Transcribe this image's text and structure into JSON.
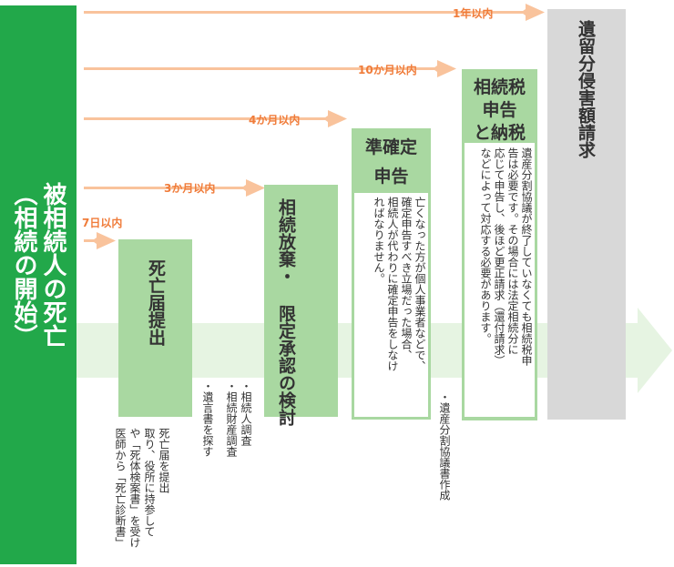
{
  "start": {
    "lines": [
      "被相続人の死亡",
      "（相続の開始）"
    ]
  },
  "deadlines": {
    "seven_days": "7日以内",
    "three_months": "3か月以内",
    "four_months": "4か月以内",
    "ten_months": "10か月以内",
    "one_year": "1年以内"
  },
  "steps": {
    "death_report": {
      "title": "死亡届提出"
    },
    "renounce": {
      "title_lines": [
        "相続放棄・",
        "限定承認の検討"
      ]
    },
    "quasi_return": {
      "title_lines": [
        "準確定",
        "申告"
      ],
      "desc_lines": [
        "亡くなった方が個人事業者などで、",
        "確定申告すべき立場だった場合、",
        "相続人が代わりに確定申告をしなけ",
        "ればなりません。"
      ]
    },
    "inheritance_tax": {
      "title_lines": [
        "相続税",
        "申告",
        "と納税"
      ],
      "desc_lines": [
        "遺産分割協議が終了していなくても相続税申",
        "告は必要です。その場合には法定相続分に",
        "応じて申告し、後ほど更正請求（還付請求）",
        "などによって対応する必要があります。"
      ]
    },
    "legal_share": {
      "title": "遺留分侵害額請求"
    }
  },
  "notes": {
    "death": [
      "死亡届を提出",
      "取り、役所に持参して",
      "や「死体検案書」を受け",
      "医師から「死亡診断書」"
    ],
    "will": [
      "・遺言書を探す"
    ],
    "investigation": [
      "・相続人調査",
      "・相続財産調査"
    ],
    "division": [
      "・遺産分割協議書作成"
    ]
  },
  "colors": {
    "green_dark": "#22a84a",
    "green_box": "#a9d8a1",
    "green_pale": "#e6f4e2",
    "orange": "#f07c3a",
    "orange_light": "#f9c39c",
    "gray": "#d8d8d8"
  }
}
